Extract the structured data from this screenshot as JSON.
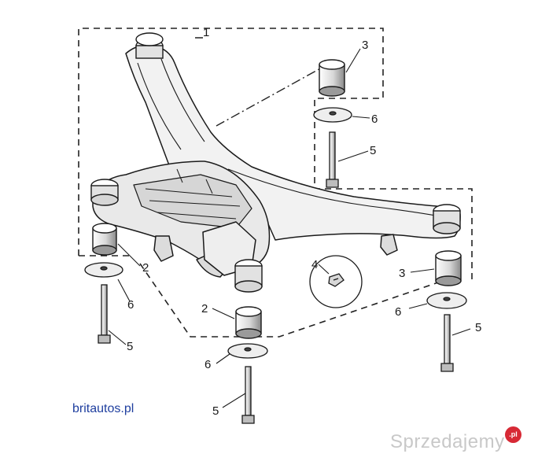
{
  "diagram": {
    "callouts": {
      "subframe": "1",
      "front_bushing_left": "2",
      "front_bushing_center": "2",
      "rear_bushing_top": "3",
      "rear_bushing_right": "3",
      "clip_detail": "4",
      "bolt_left": "5",
      "bolt_center": "5",
      "bolt_upper_right": "5",
      "bolt_lower_right": "5",
      "washer_left": "6",
      "washer_center": "6",
      "washer_upper_right": "6",
      "washer_lower_right": "6"
    }
  },
  "source_link": "britautos.pl",
  "watermark": {
    "text": "Sprzedajemy",
    "badge": ".pl",
    "badge_color": "#d72935"
  }
}
